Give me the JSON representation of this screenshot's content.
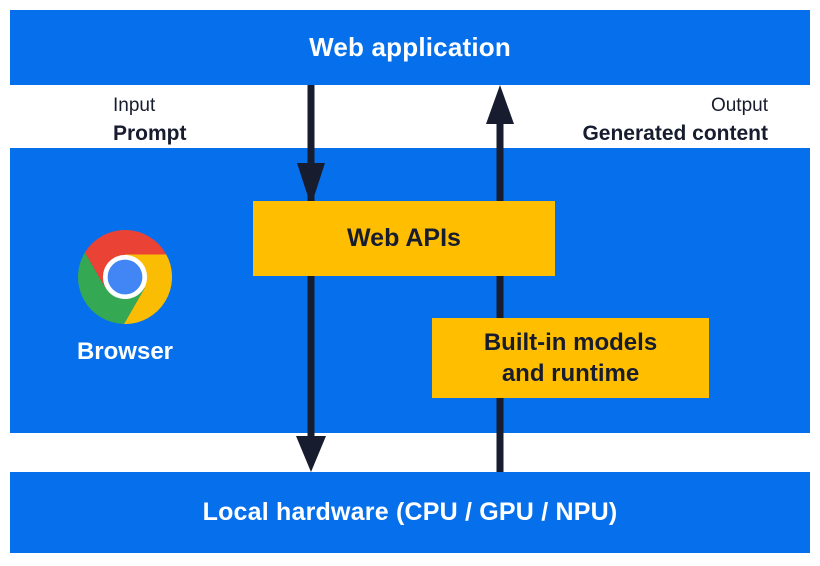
{
  "diagram": {
    "top_bar": {
      "label": "Web application"
    },
    "flow_labels": {
      "input_caption": "Input",
      "input_value": "Prompt",
      "output_caption": "Output",
      "output_value": "Generated content"
    },
    "browser": {
      "label": "Browser",
      "icon": "chrome-browser-icon"
    },
    "web_apis_box": {
      "label": "Web APIs"
    },
    "builtin_box": {
      "line1": "Built-in models",
      "line2": "and runtime"
    },
    "bottom_bar": {
      "label": "Local hardware (CPU / GPU / NPU)"
    },
    "arrows": {
      "down": "input-flow-arrow",
      "up": "output-flow-arrow"
    },
    "colors": {
      "blue": "#0670EC",
      "yellow": "#FFBF00",
      "ink": "#171D2F",
      "white": "#FFFFFF",
      "chrome_red": "#EA4335",
      "chrome_yellow": "#FBBC04",
      "chrome_green": "#34A853",
      "chrome_blue": "#4285F4"
    }
  }
}
